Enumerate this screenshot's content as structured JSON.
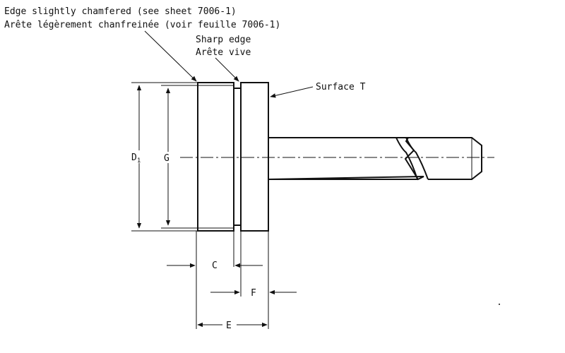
{
  "labels": {
    "edge_chamfered_en": "Edge slightly chamfered (see sheet 7006-1)",
    "edge_chamfered_fr": "Arête légèrement chanfreinée (voir feuille 7006-1)",
    "sharp_edge_en": "Sharp edge",
    "sharp_edge_fr": "Arête vive",
    "surface": "Surface T"
  },
  "dimensions": {
    "d1_main": "D",
    "d1_sub": "1",
    "g": "G",
    "c": "C",
    "f": "F",
    "e": "E"
  }
}
